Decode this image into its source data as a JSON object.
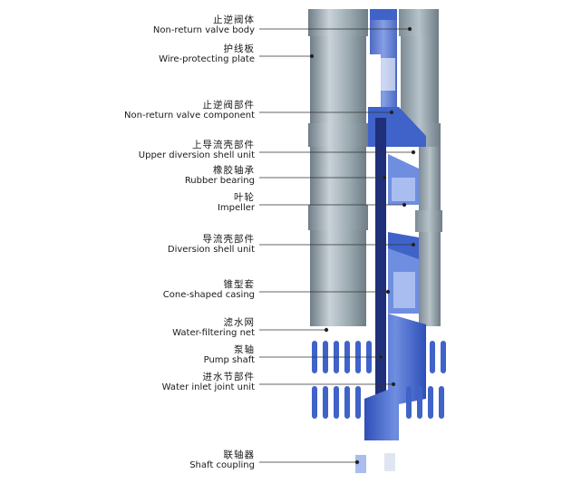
{
  "labels": [
    {
      "cn": "止逆阀体",
      "en": "Non-return valve body"
    },
    {
      "cn": "护线板",
      "en": "Wire-protecting plate"
    },
    {
      "cn": "止逆阀部件",
      "en": "Non-return valve component"
    },
    {
      "cn": "上导流壳部件",
      "en": "Upper diversion shell unit"
    },
    {
      "cn": "橡胶轴承",
      "en": "Rubber bearing"
    },
    {
      "cn": "叶轮",
      "en": "Impeller"
    },
    {
      "cn": "导流壳部件",
      "en": "Diversion shell unit"
    },
    {
      "cn": "锥型套",
      "en": "Cone-shaped casing"
    },
    {
      "cn": "滤水网",
      "en": "Water-filtering net"
    },
    {
      "cn": "泵轴",
      "en": "Pump shaft"
    },
    {
      "cn": "进水节部件",
      "en": "Water inlet joint unit"
    },
    {
      "cn": "联轴器",
      "en": "Shaft coupling"
    }
  ],
  "colors": {
    "casing": "#8c9aa3",
    "casing_light": "#c9d2d8",
    "flow": "#3f63c9",
    "flow_light": "#a9bdf0",
    "shaft": "#1f2f7a",
    "leader": "#333333"
  }
}
